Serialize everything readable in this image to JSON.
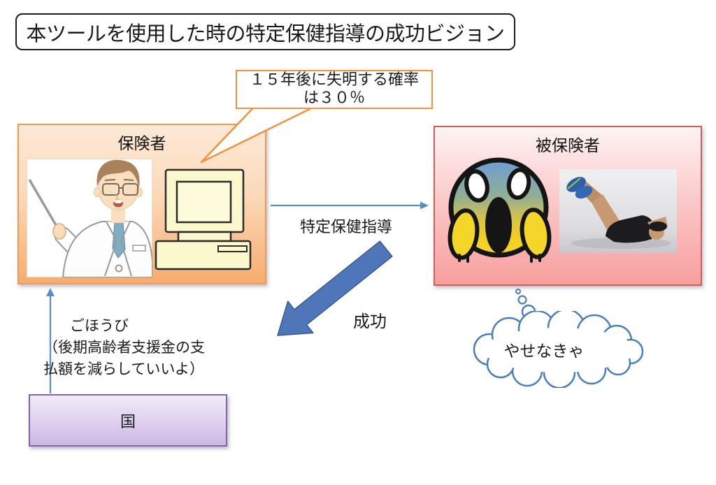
{
  "title": "本ツールを使用した時の特定保健指導の成功ビジョン",
  "callout": {
    "line1": "１５年後に失明する確率",
    "line2": "は３０％"
  },
  "insurer_box": {
    "label": "保険者"
  },
  "insured_box": {
    "label": "被保険者"
  },
  "arrows": {
    "guidance_label": "特定保健指導",
    "success_label": "成功"
  },
  "thought_cloud": {
    "text": "やせなきゃ"
  },
  "reward": {
    "line1": "ごほうび",
    "line2": "（後期高齢者支援金の支",
    "line3": "払額を減らしていいよ）"
  },
  "government_box": {
    "label": "国"
  },
  "colors": {
    "insurer_border": "#ED9B54",
    "insured_border": "#C9605C",
    "callout_border": "#F0923E",
    "government_border": "#8465A5",
    "big_arrow": "#4F76B8",
    "thin_arrow": "#5B8BC9",
    "cloud_outline": "#4A7EBB"
  }
}
